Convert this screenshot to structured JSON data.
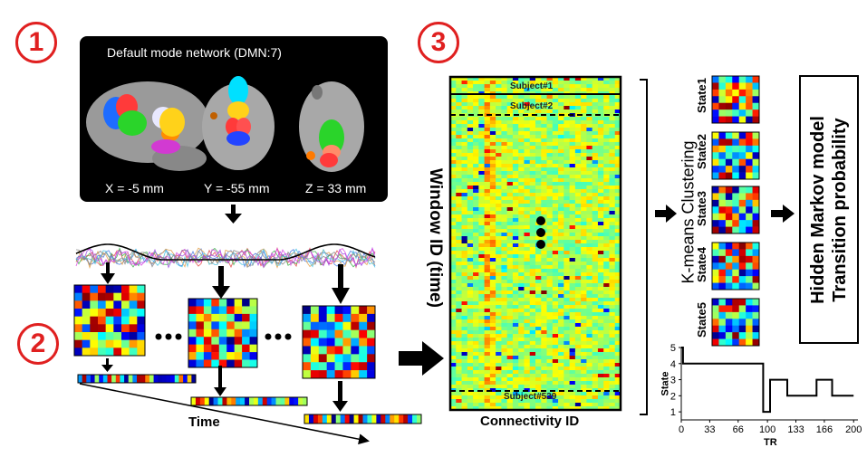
{
  "steps": {
    "one": "1",
    "two": "2",
    "three": "3"
  },
  "brain": {
    "title": "Default mode network (DMN:7)",
    "coords": [
      "X = -5 mm",
      "Y = -55 mm",
      "Z = 33 mm"
    ]
  },
  "panel2": {
    "time_label": "Time"
  },
  "panel3": {
    "y_label": "Window ID (time)",
    "x_label": "Connectivity ID",
    "subjects": [
      "Subject#1",
      "Subject#2",
      "Subject#539"
    ],
    "clustering_label": "K-means Clustering",
    "states": [
      "State1",
      "State2",
      "State3",
      "State4",
      "State5"
    ],
    "hmm_line1": "Hidden Markov model",
    "hmm_line2": "Transition probability"
  },
  "state_plot": {
    "ylabel": "State",
    "xlabel": "TR",
    "xticks": [
      "0",
      "33",
      "66",
      "100",
      "133",
      "166",
      "200"
    ],
    "yticks": [
      "1",
      "2",
      "3",
      "4",
      "5"
    ]
  },
  "chart_data": {
    "type": "line",
    "xlabel": "TR",
    "ylabel": "State",
    "xlim": [
      0,
      205
    ],
    "ylim": [
      0.5,
      5
    ],
    "x": [
      0,
      2,
      2,
      12,
      12,
      95,
      95,
      103,
      103,
      123,
      123,
      138,
      138,
      157,
      157,
      175,
      175,
      200
    ],
    "y": [
      5,
      5,
      4,
      4,
      4,
      4,
      1,
      1,
      3,
      3,
      2,
      2,
      2,
      2,
      3,
      3,
      2,
      2
    ]
  },
  "colors": {
    "accent_red": "#e02020",
    "jet_low": "#0000aa",
    "jet_high": "#aa0000"
  }
}
